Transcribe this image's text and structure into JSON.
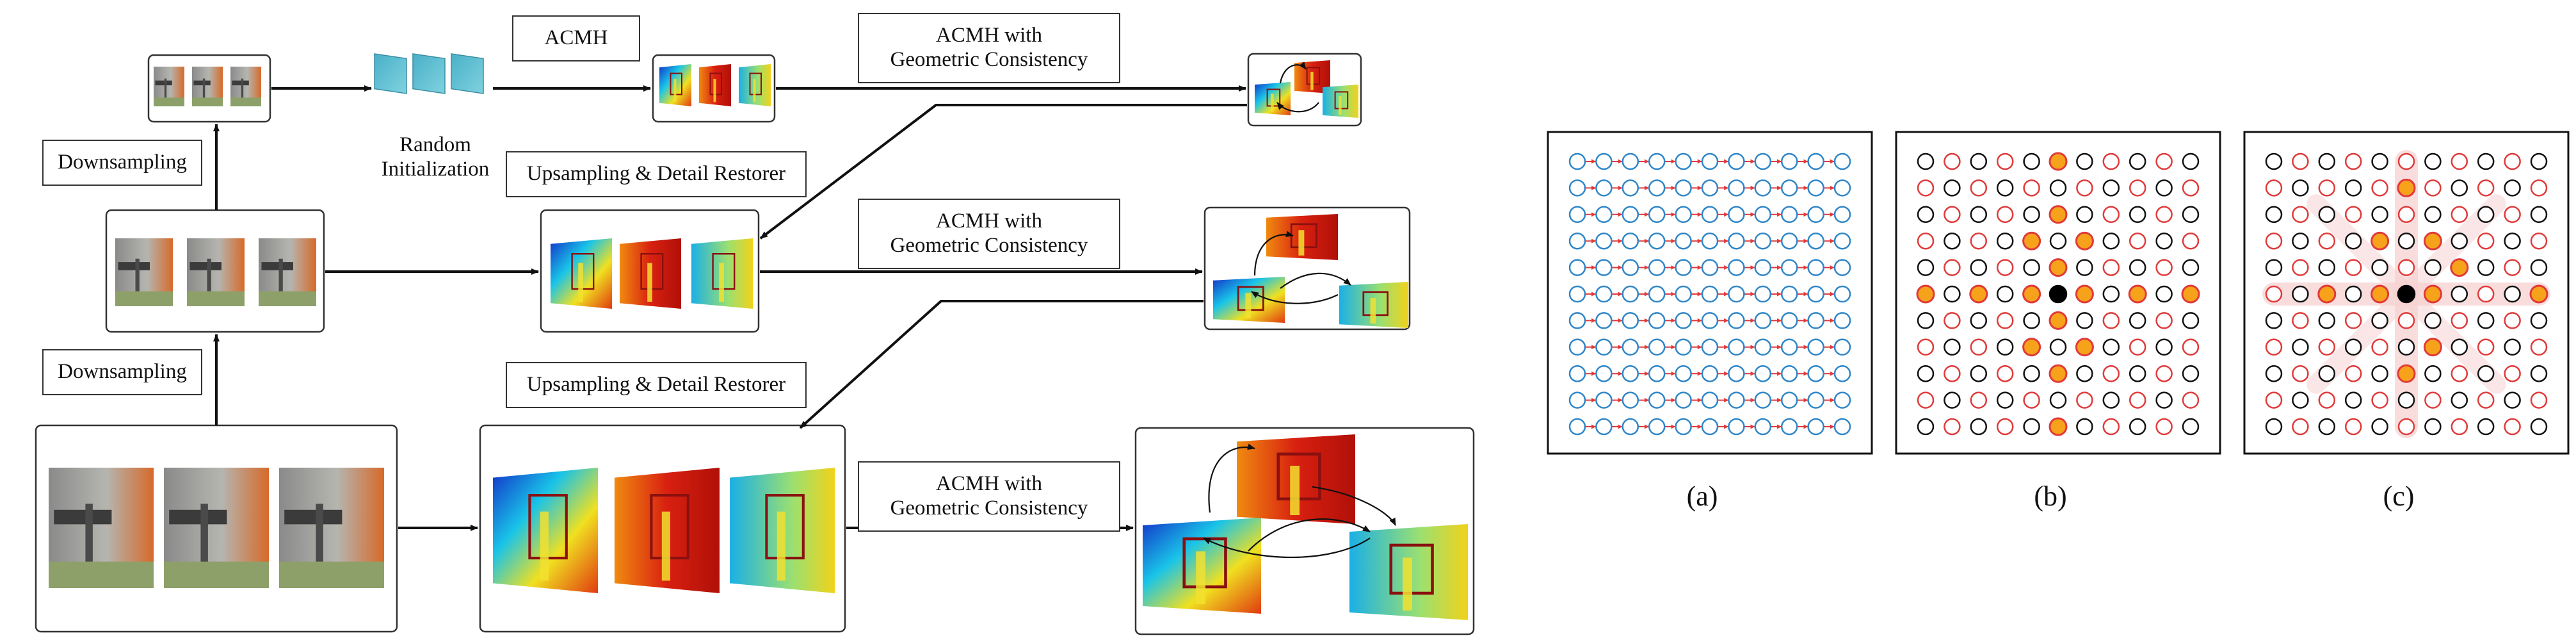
{
  "pipeline": {
    "labels": {
      "acmh": "ACMH",
      "acmh_geo_top": "ACMH with\nGeometric Consistency",
      "acmh_geo_mid": "ACMH with\nGeometric Consistency",
      "acmh_geo_bottom": "ACMH with\nGeometric Consistency",
      "downsampling_top": "Downsampling",
      "downsampling_bottom": "Downsampling",
      "random_init": "Random\nInitialization",
      "upsampling_mid": "Upsampling & Detail Restorer",
      "upsampling_bottom": "Upsampling & Detail Restorer"
    }
  },
  "grids": {
    "captions": [
      "(a)",
      "(b)",
      "(c)"
    ],
    "size": 11,
    "colors": {
      "blue_ring": "#2f86c8",
      "red_ring": "#e03a3a",
      "black_ring": "#111111",
      "sample_fill": "#f6a21a",
      "center_fill": "#000000",
      "highlight": "#f7d2d2",
      "arrow": "#e03a3a"
    },
    "grid_b_samples": [
      [
        0,
        5
      ],
      [
        2,
        5
      ],
      [
        3,
        4
      ],
      [
        3,
        6
      ],
      [
        4,
        5
      ],
      [
        5,
        0
      ],
      [
        5,
        2
      ],
      [
        5,
        4
      ],
      [
        5,
        6
      ],
      [
        5,
        8
      ],
      [
        5,
        10
      ],
      [
        6,
        5
      ],
      [
        7,
        4
      ],
      [
        7,
        6
      ],
      [
        8,
        5
      ],
      [
        10,
        5
      ]
    ],
    "grid_c_samples": [
      [
        1,
        5
      ],
      [
        3,
        4
      ],
      [
        3,
        6
      ],
      [
        4,
        7
      ],
      [
        5,
        2
      ],
      [
        5,
        4
      ],
      [
        5,
        6
      ],
      [
        5,
        10
      ],
      [
        7,
        6
      ],
      [
        8,
        5
      ]
    ]
  }
}
